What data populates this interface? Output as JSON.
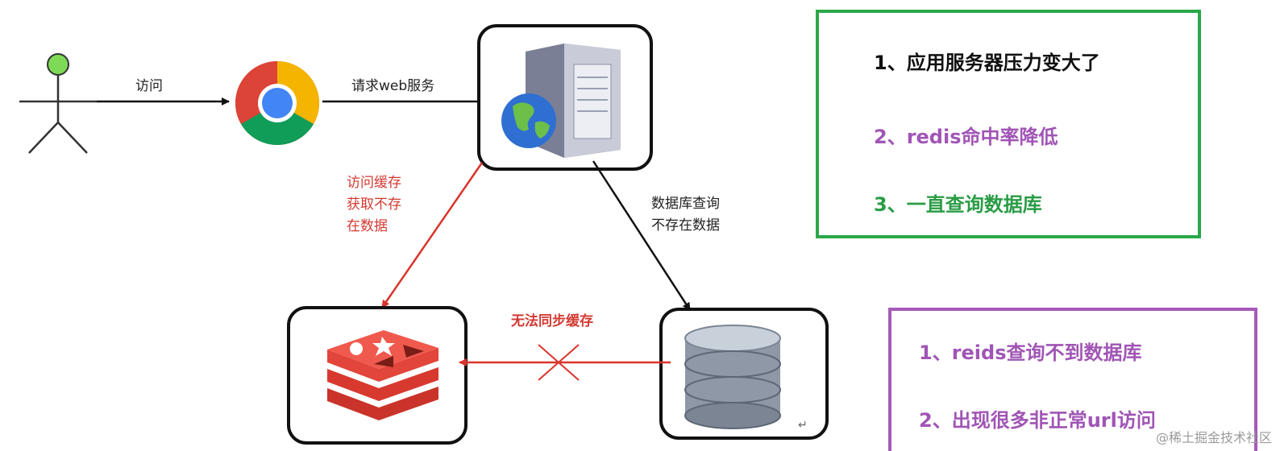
{
  "labels": {
    "visit": "访问",
    "request_web": "请求web服务",
    "cache_access": [
      "访问缓存",
      "获取不存",
      "在数据"
    ],
    "db_query": [
      "数据库查询",
      "不存在数据"
    ],
    "no_sync": "无法同步缓存"
  },
  "panel_top": {
    "items": [
      {
        "text": "1、应用服务器压力变大了",
        "color": "#111111"
      },
      {
        "text": "2、redis命中率降低",
        "color": "#a055b5"
      },
      {
        "text": "3、一直查询数据库",
        "color": "#2a9c45"
      }
    ]
  },
  "panel_bottom": {
    "items": [
      {
        "text": "1、reids查询不到数据库",
        "color": "#a055b5"
      },
      {
        "text": "2、出现很多非正常url访问",
        "color": "#a055b5"
      }
    ]
  },
  "icons": {
    "user": "stick-figure-user-icon",
    "browser": "chrome-browser-icon",
    "server": "web-server-icon",
    "cache": "redis-cache-icon",
    "database": "database-icon"
  },
  "colors": {
    "black_arrow": "#111111",
    "red_arrow": "#d9342b",
    "green_border": "#2aa84a",
    "purple_border": "#a55ab8"
  },
  "watermark": "@稀土掘金技术社区"
}
